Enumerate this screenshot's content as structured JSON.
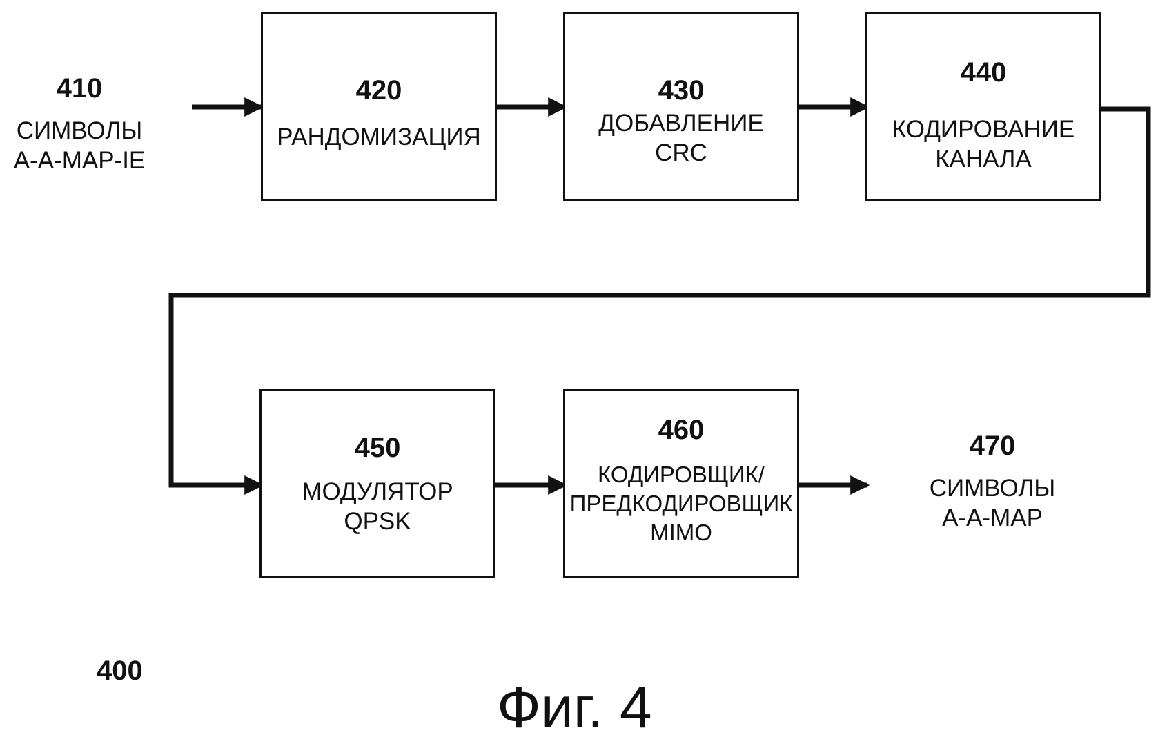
{
  "figure": {
    "number": "400",
    "caption": "Фиг. 4"
  },
  "input": {
    "number": "410",
    "label_line1": "СИМВОЛЫ",
    "label_line2": "A-A-MAP-IE"
  },
  "blocks": [
    {
      "number": "420",
      "line1": "РАНДОМИЗАЦИЯ"
    },
    {
      "number": "430",
      "line1": "ДОБАВЛЕНИЕ",
      "line2": "CRC"
    },
    {
      "number": "440",
      "line1": "КОДИРОВАНИЕ",
      "line2": "КАНАЛА"
    },
    {
      "number": "450",
      "line1": "МОДУЛЯТОР",
      "line2": "QPSK"
    },
    {
      "number": "460",
      "line1": "КОДИРОВЩИК/",
      "line2": "ПРЕДКОДИРОВЩИК",
      "line3": "MIMO"
    }
  ],
  "output": {
    "number": "470",
    "label_line1": "СИМВОЛЫ",
    "label_line2": "A-A-MAP"
  },
  "colors": {
    "stroke": "#111111",
    "background": "#ffffff"
  }
}
